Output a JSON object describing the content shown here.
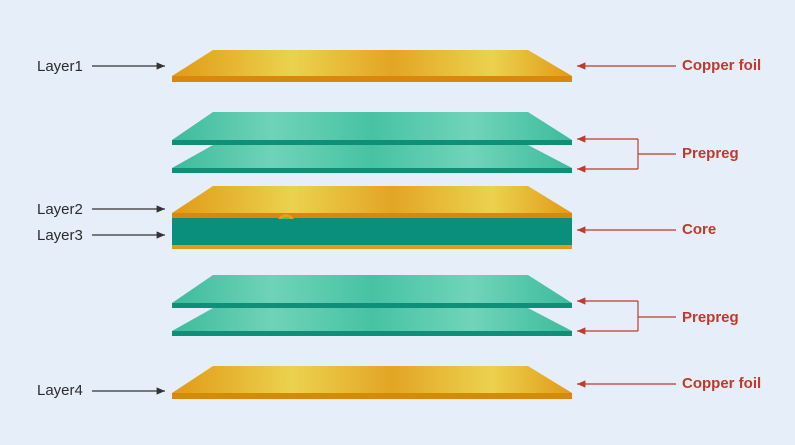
{
  "left_labels": {
    "layer1": "Layer1",
    "layer2": "Layer2",
    "layer3": "Layer3",
    "layer4": "Layer4"
  },
  "right_labels": {
    "copper_top": "Copper foil",
    "prepreg_top": "Prepreg",
    "core": "Core",
    "prepreg_bottom": "Prepreg",
    "copper_bottom": "Copper foil"
  },
  "colors": {
    "background": "#e6eefa",
    "copper_dark": "#e6a019",
    "copper_light": "#ebd24e",
    "copper_edge": "#d9880f",
    "prepreg_dark": "#3fbf9f",
    "prepreg_light": "#6fd3b8",
    "prepreg_edge": "#0f8f78",
    "core": "#0b8f7d",
    "left_arrow": "#333333",
    "right_arrow": "#c0392b",
    "right_text": "#c0392b"
  }
}
